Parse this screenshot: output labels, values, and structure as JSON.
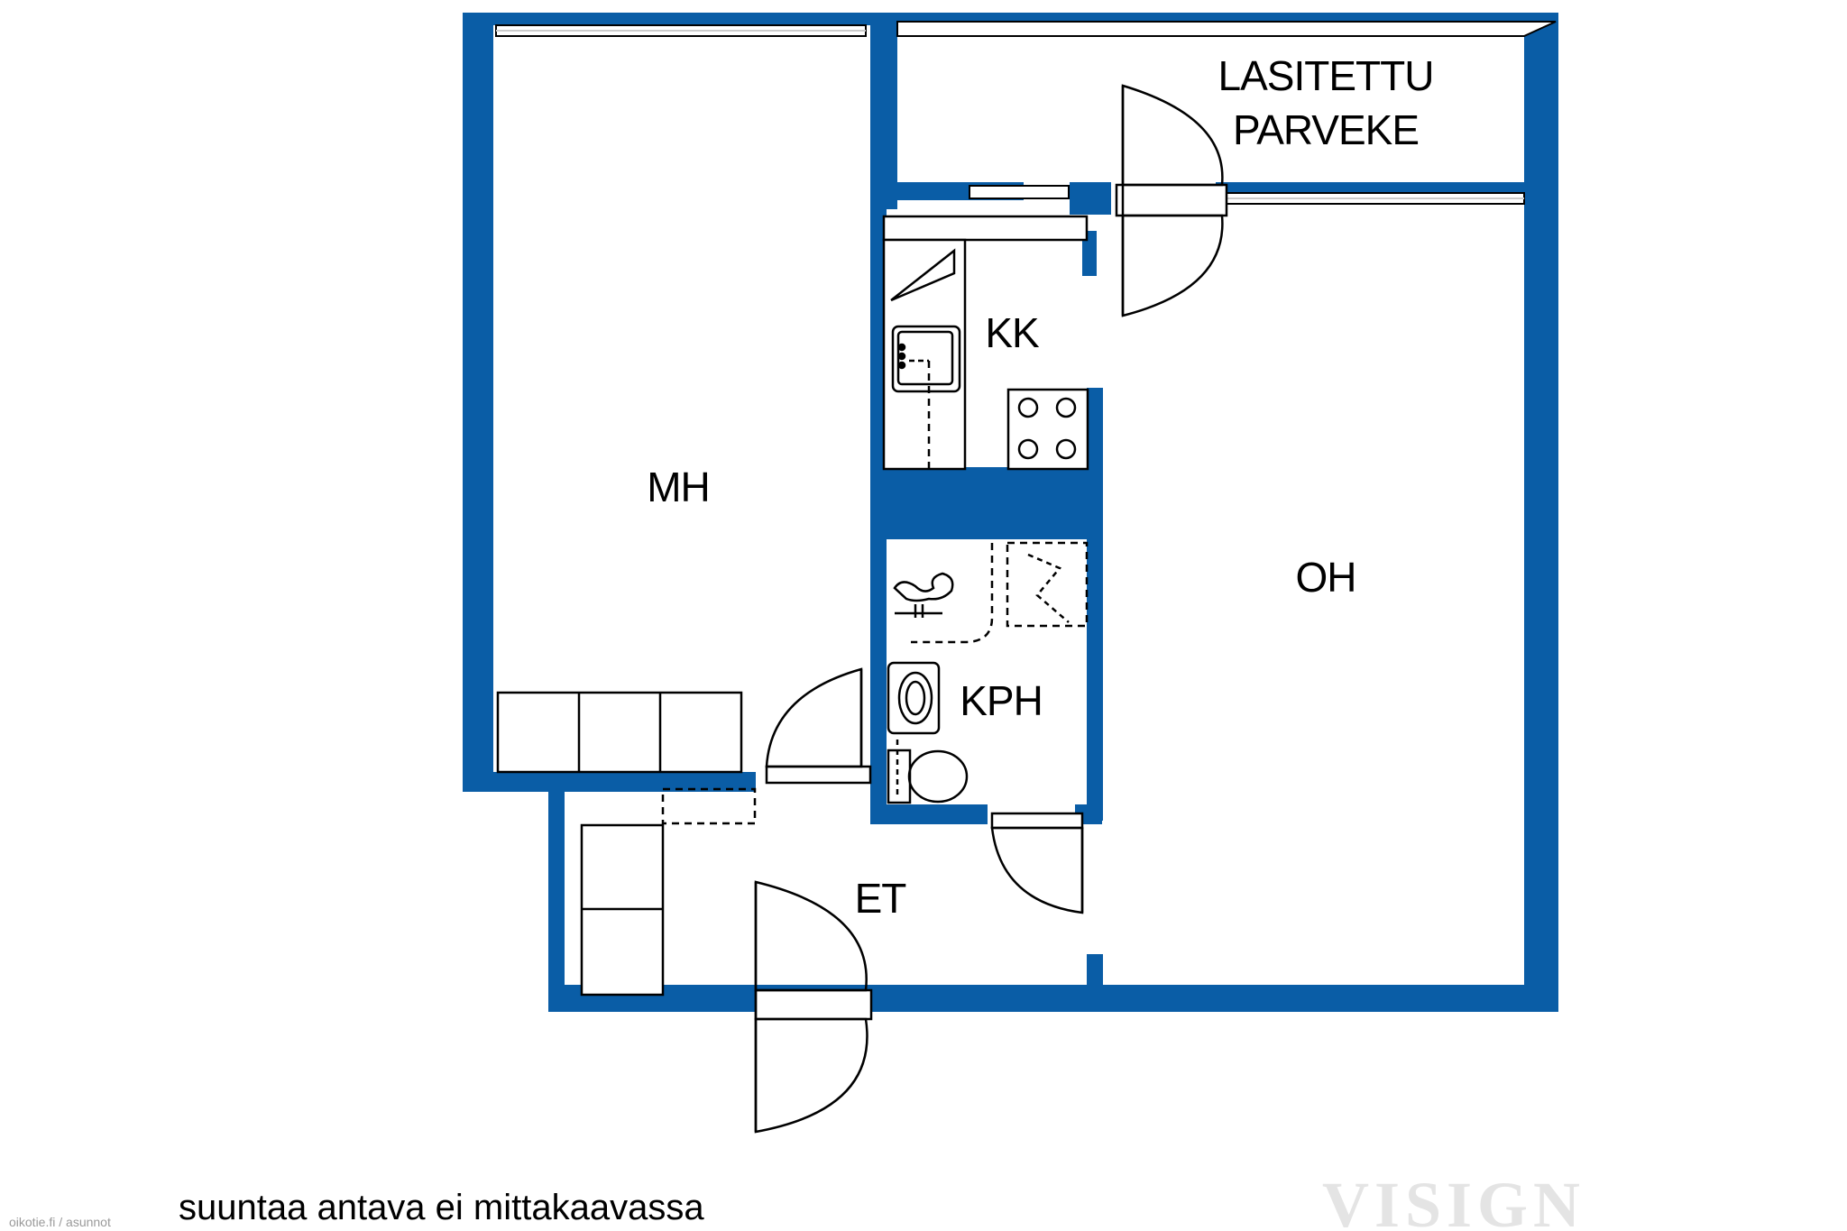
{
  "colors": {
    "wall": "#0a5da6",
    "line": "#000000",
    "background": "#ffffff",
    "watermark": "#e4e4e4"
  },
  "rooms": {
    "balcony_line1": "LASITETTU",
    "balcony_line2": "PARVEKE",
    "kitchen": "KK",
    "bedroom": "MH",
    "living": "OH",
    "bathroom": "KPH",
    "hall": "ET"
  },
  "footer": {
    "note": "suuntaa antava ei mittakaavassa",
    "watermark": "VISIGN",
    "source": "oikotie.fi / asunnot"
  },
  "icons": [
    "door-swing-icon",
    "stove-icon",
    "sink-icon",
    "toilet-icon",
    "washbasin-icon",
    "shower-icon",
    "washing-machine-icon",
    "wardrobe-icon"
  ]
}
